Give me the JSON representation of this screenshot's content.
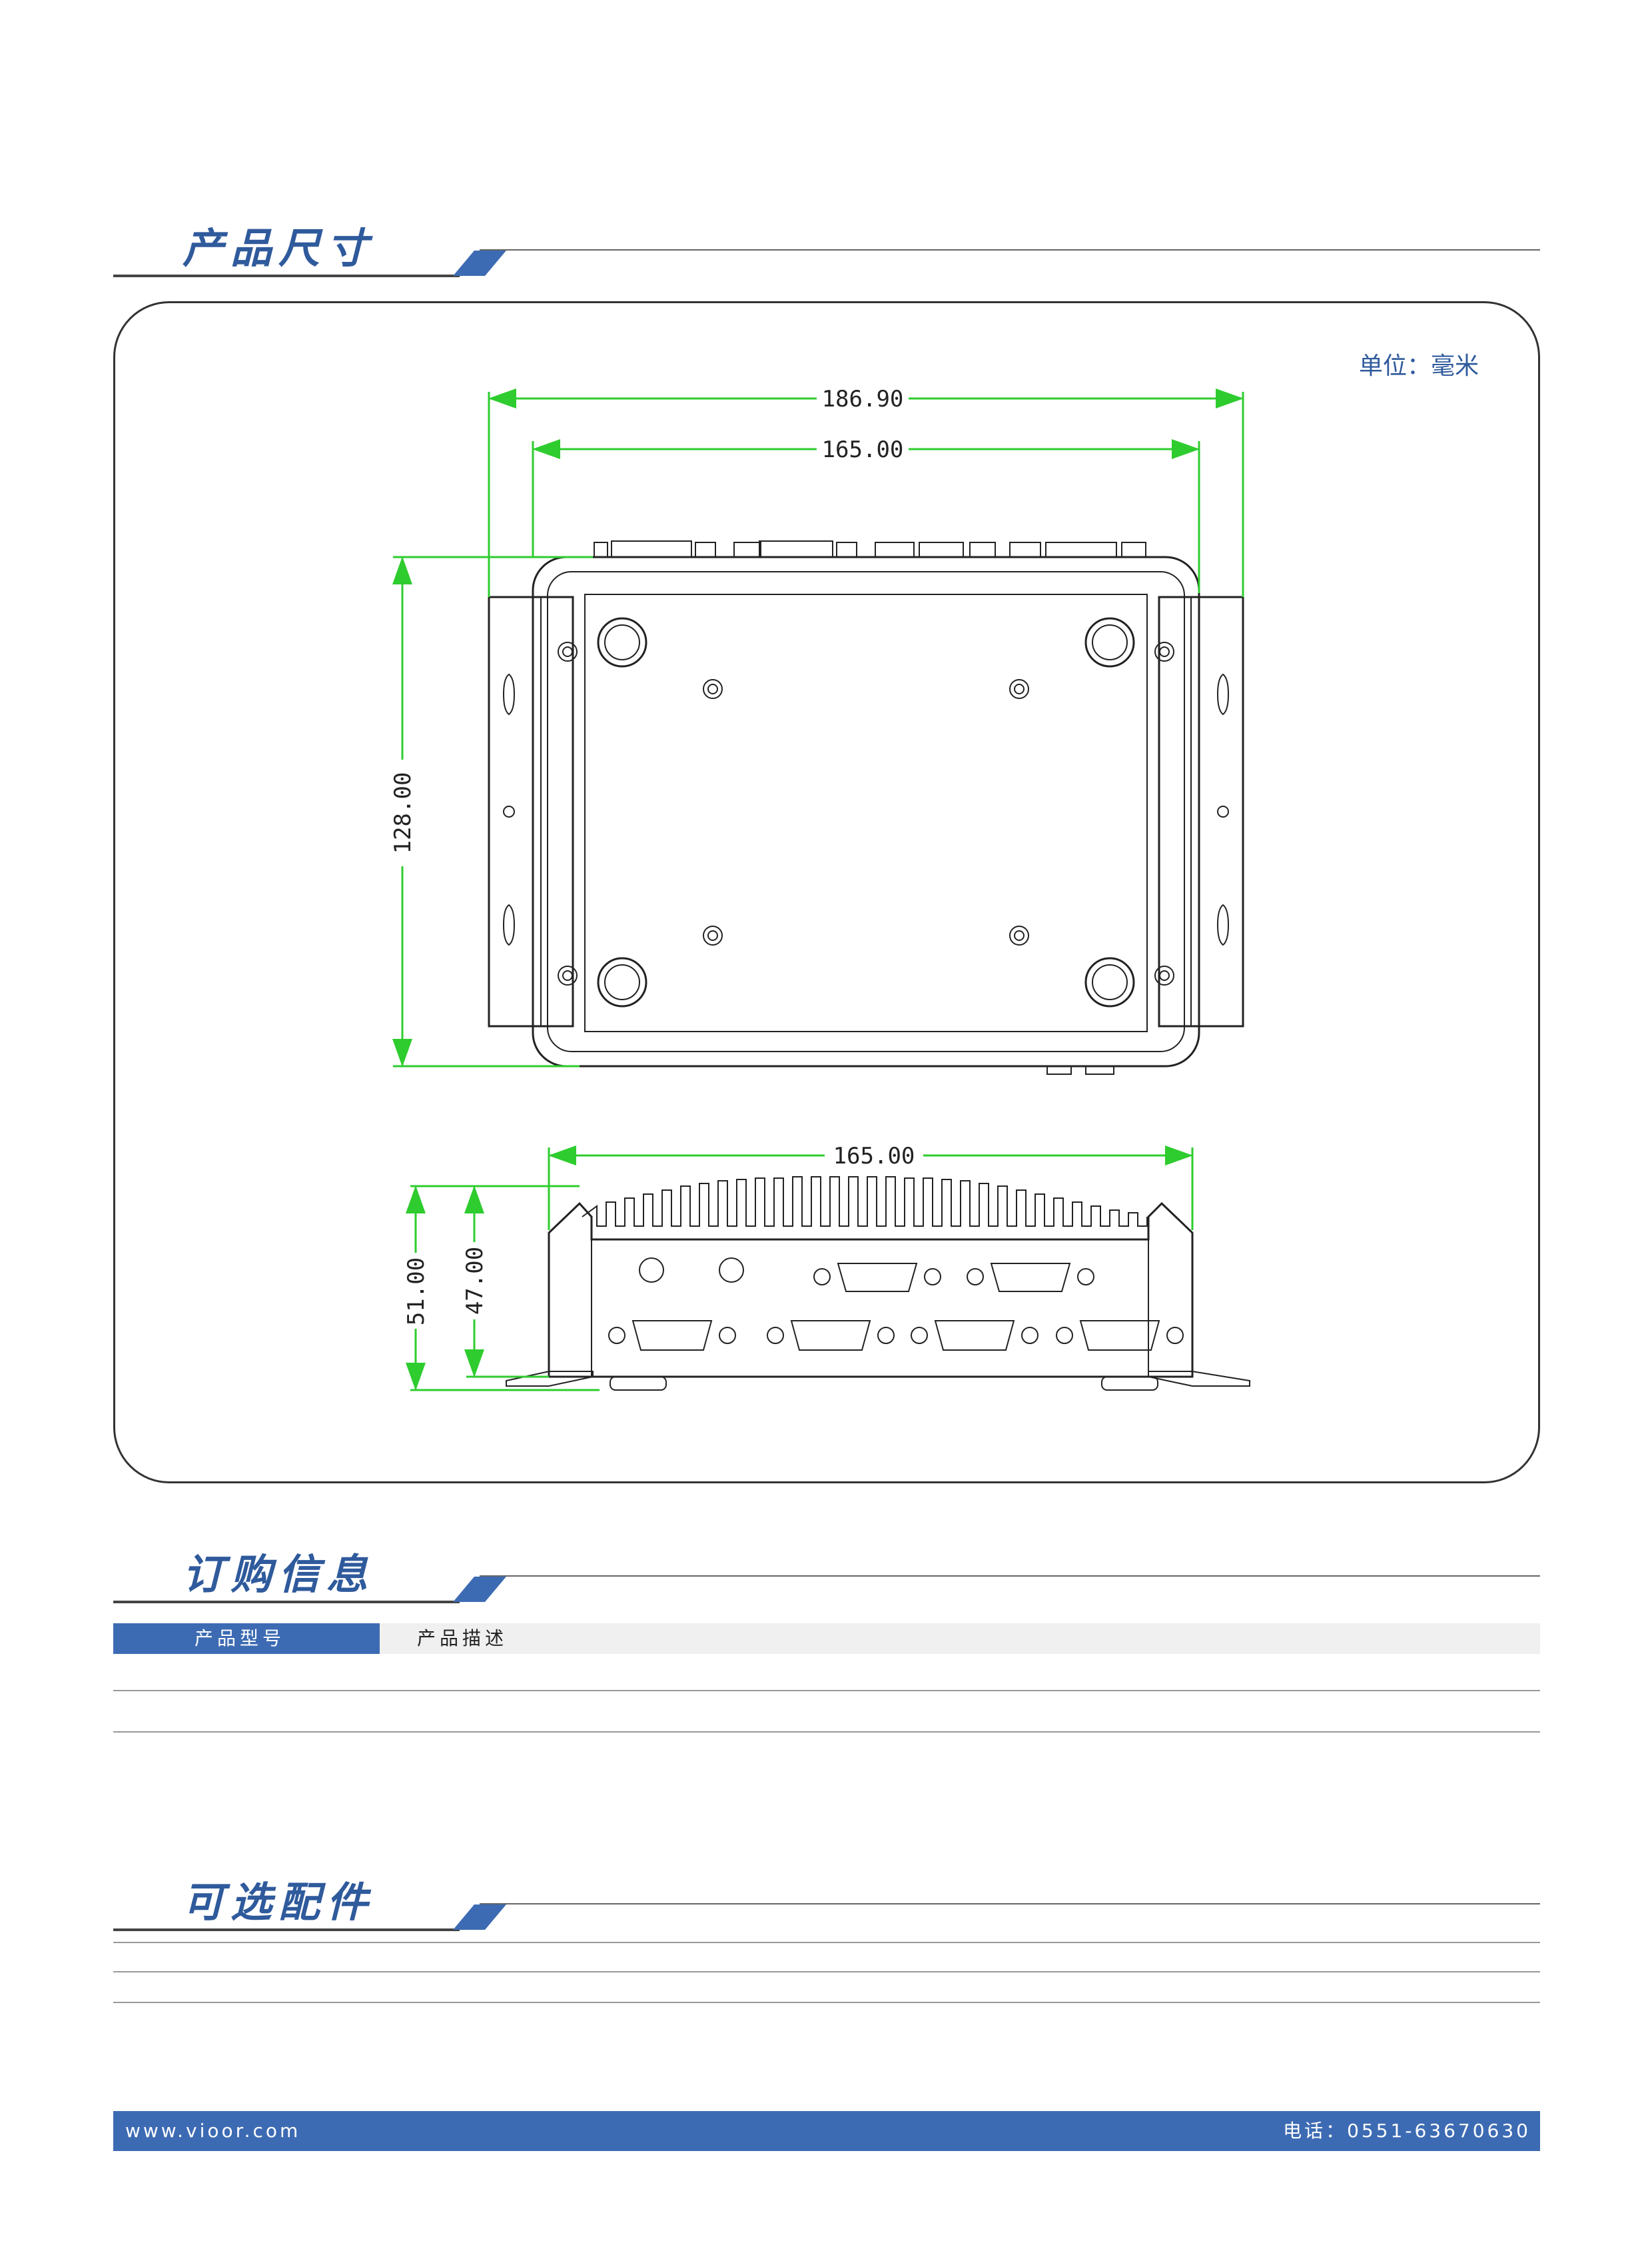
{
  "sections": {
    "dimensions_title": "产品尺寸",
    "ordering_title": "订购信息",
    "accessories_title": "可选配件"
  },
  "drawing": {
    "unit_label": "单位：毫米",
    "dims": {
      "top_overall_width": "186.90",
      "top_body_width": "165.00",
      "top_depth": "128.00",
      "front_width": "165.00",
      "front_height_total": "51.00",
      "front_height_body": "47.00"
    }
  },
  "ordering": {
    "col_model": "产品型号",
    "col_description": "产品描述"
  },
  "footer": {
    "website": "www.vioor.com",
    "phone": "电话：0551-63670630"
  },
  "colors": {
    "accent": "#3d6bb3",
    "dimension_green": "#2ecc2e"
  }
}
